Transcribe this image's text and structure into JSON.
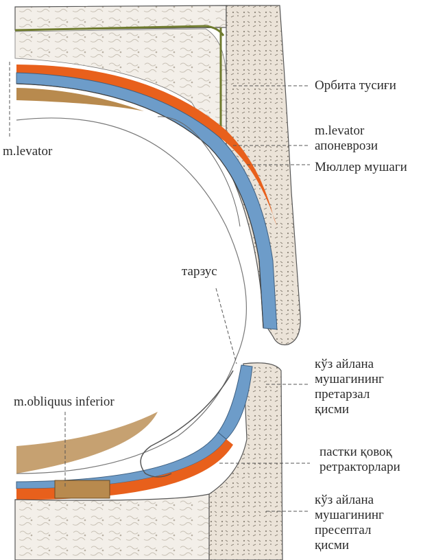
{
  "labels": {
    "orbita": "Орбита тусиғи",
    "levator_aponeurosis": [
      "m.levator",
      "апоневрози"
    ],
    "muller": "Мюллер мушаги",
    "levator": "m.levator",
    "tarsus": "тарзус",
    "pretarsal": [
      "кўз айлана",
      "мушагининг",
      "претарзал",
      "қисми"
    ],
    "obliquus": "m.obliquus inferior",
    "retractors": [
      "пастки қовоқ",
      "ретракторлари"
    ],
    "preseptal": [
      "кўз айлана",
      "мушагининг",
      "пресептал",
      "қисми"
    ]
  },
  "colors": {
    "muscle_orange": "#e8601c",
    "tarsus_blue": "#6d9cc9",
    "fat_tan": "#b88a4e",
    "skin_speckle": "#e6ddd0",
    "bone_texture": "#efeae3",
    "outline": "#4a4a4a",
    "septum_green": "#6f7b2e"
  }
}
